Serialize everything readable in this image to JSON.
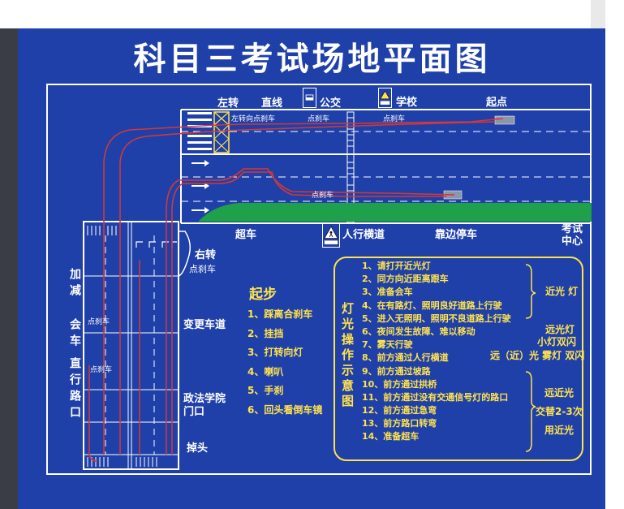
{
  "title": "科目三考试场地平面图",
  "top_labels": {
    "left_turn": "左转",
    "straight": "直线",
    "bus": "公交",
    "school": "学校",
    "start": "起点"
  },
  "lane_labels": {
    "left_turn_brake": "左转向点刹车",
    "brake_1": "点刹车",
    "brake_2": "点刹车",
    "brake_3": "点刹车"
  },
  "bottom_labels": {
    "overtake": "超车",
    "crosswalk": "人行横道",
    "pull_over": "靠边停车",
    "exam_center": "考试中心"
  },
  "left_vertical": {
    "decelerate": "加减",
    "meet": "会车",
    "intersection": "直行路口"
  },
  "field_labels": {
    "right_turn": "右转",
    "brake": "点刹车",
    "change_lane": "变更车道",
    "school_gate": "政法学院门口",
    "u_turn": "掉头",
    "grid_brake_1": "点刹车",
    "grid_brake_2": "点刹车"
  },
  "start_section": {
    "title": "起步",
    "steps": [
      "1、踩离合刹车",
      "2、挂挡",
      "3、打转向灯",
      "4、喇叭",
      "5、手刹",
      "6、回头看倒车镜"
    ]
  },
  "light_panel": {
    "title": "灯光操作示意图",
    "items": [
      "1、请打开近光灯",
      "2、同方向近距离跟车",
      "3、准备会车",
      "4、在有路灯、照明良好道路上行驶",
      "5、进入无照明、照明不良道路上行驶",
      "6、夜间发生故障、难以移动",
      "7、雾天行驶",
      "8、前方通过人行横道",
      "9、前方通过坡路",
      "10、前方通过拱桥",
      "11、前方通过没有交通信号灯的路口",
      "12、前方通过急弯",
      "13、前方路口转弯",
      "14、准备超车"
    ],
    "notes": {
      "low_beam": "近光 灯",
      "high_beam": "远光灯",
      "small_double_flash": "小灯双闪",
      "fog": "远（近）光 雾灯 双闪",
      "alt_1": "远近光",
      "alt_2": "交替2-3次",
      "alt_3": "用近光"
    }
  },
  "colors": {
    "board": "#1f40a8",
    "route": "#d23838",
    "accent": "#ffe34d",
    "grass": "#1fa04a"
  }
}
